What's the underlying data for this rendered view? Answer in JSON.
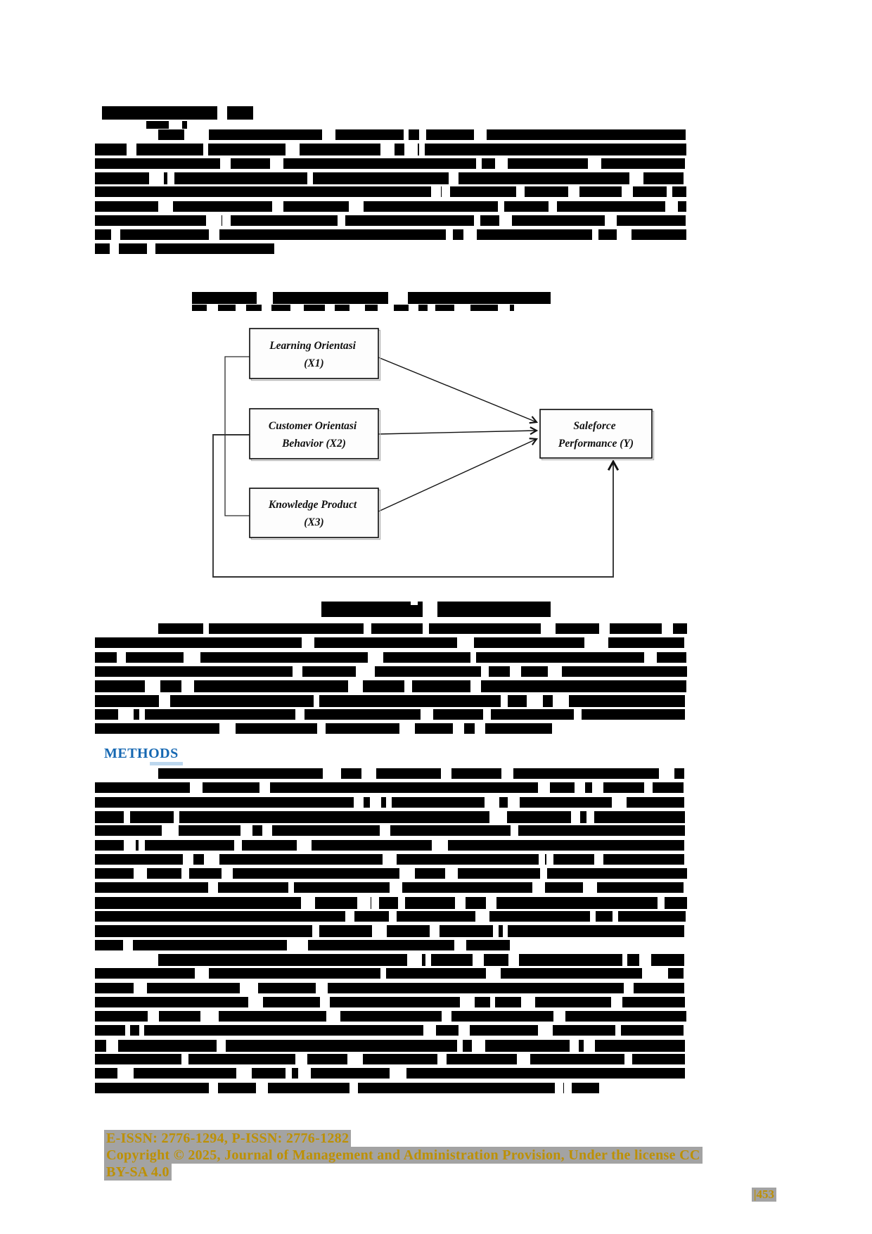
{
  "figure": {
    "type": "path-diagram",
    "boxes": [
      {
        "name": "learning-orientasi",
        "line1": "Learning Orientasi",
        "line2": "(X1)"
      },
      {
        "name": "customer-orientasi-behavior",
        "line1": "Customer Orientasi",
        "line2": "Behavior (X2)"
      },
      {
        "name": "knowledge-product",
        "line1": "Knowledge Product",
        "line2": "(X3)"
      },
      {
        "name": "saleforce-performance",
        "line1": "Saleforce",
        "line2": "Performance (Y)"
      }
    ],
    "relations": [
      "X1 → Y",
      "X2 → Y",
      "X3 → Y",
      "X1, X2, X3 jointly → Y"
    ]
  },
  "headings": {
    "methods": {
      "label": "METHODS",
      "color": "#1668B2"
    }
  },
  "footer": {
    "issn_line": "E-ISSN: 2776-1294, P-ISSN: 2776-1282",
    "copyright_line": "Copyright © 2025, Journal of Management and Administration Provision, Under the license CC",
    "license_line": "BY-SA 4.0",
    "page_number": "|453",
    "text_color": "#BD9003",
    "highlight_color": "#A3A3A3"
  }
}
